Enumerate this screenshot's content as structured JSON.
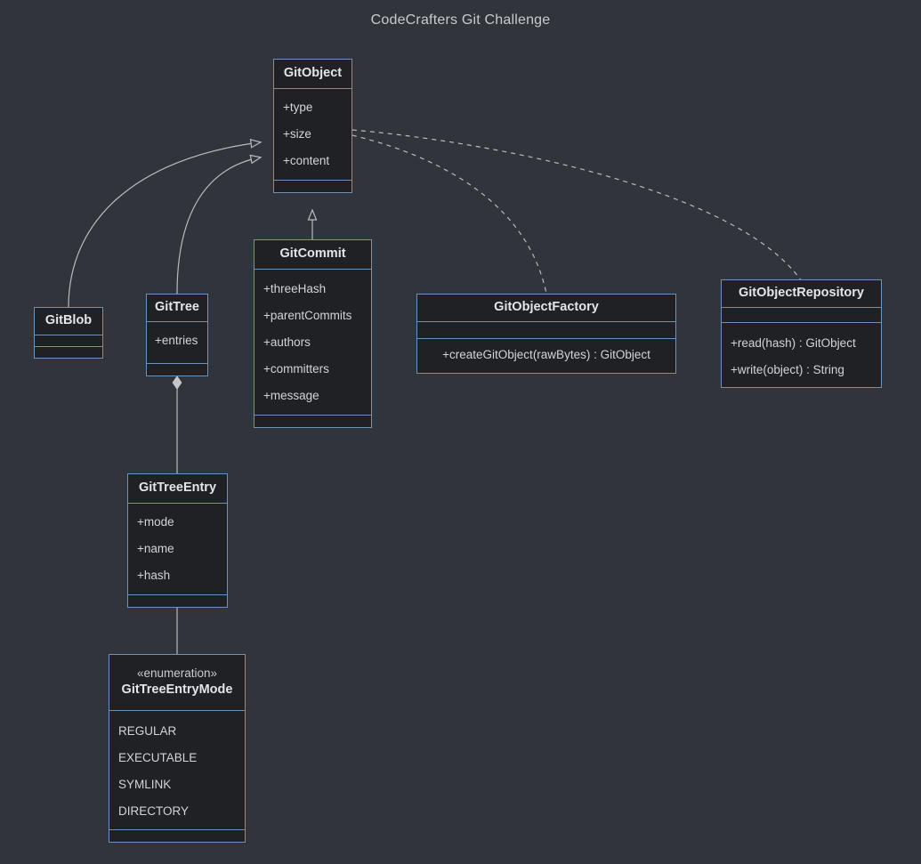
{
  "title": "CodeCrafters Git Challenge",
  "colors": {
    "background": "#31343b",
    "class_fill": "#1f2125",
    "class_border": "#6d93b8",
    "text": "#d5d7da",
    "edge": "#b9bbbe"
  },
  "classes": [
    {
      "id": "gitobject",
      "name": "GitObject",
      "stereotype": "",
      "attributes": [
        "+type",
        "+size",
        "+content"
      ],
      "methods": []
    },
    {
      "id": "gitblob",
      "name": "GitBlob",
      "stereotype": "",
      "attributes": [],
      "methods": []
    },
    {
      "id": "gittree",
      "name": "GitTree",
      "stereotype": "",
      "attributes": [
        "+entries"
      ],
      "methods": []
    },
    {
      "id": "gitcommit",
      "name": "GitCommit",
      "stereotype": "",
      "attributes": [
        "+threeHash",
        "+parentCommits",
        "+authors",
        "+committers",
        "+message"
      ],
      "methods": []
    },
    {
      "id": "gitobjectfactory",
      "name": "GitObjectFactory",
      "stereotype": "",
      "attributes": [],
      "methods": [
        "+createGitObject(rawBytes) : GitObject"
      ]
    },
    {
      "id": "gitobjectrepository",
      "name": "GitObjectRepository",
      "stereotype": "",
      "attributes": [],
      "methods": [
        "+read(hash) : GitObject",
        "+write(object) : String"
      ]
    },
    {
      "id": "gittreeentry",
      "name": "GitTreeEntry",
      "stereotype": "",
      "attributes": [
        "+mode",
        "+name",
        "+hash"
      ],
      "methods": []
    },
    {
      "id": "gittreeentrymode",
      "name": "GitTreeEntryMode",
      "stereotype": "«enumeration»",
      "attributes": [
        "REGULAR",
        "EXECUTABLE",
        "SYMLINK",
        "DIRECTORY"
      ],
      "methods": []
    }
  ],
  "relationships": [
    {
      "from": "GitBlob",
      "to": "GitObject",
      "type": "generalization",
      "style": "solid",
      "arrow": "hollow-triangle"
    },
    {
      "from": "GitTree",
      "to": "GitObject",
      "type": "generalization",
      "style": "solid",
      "arrow": "hollow-triangle"
    },
    {
      "from": "GitCommit",
      "to": "GitObject",
      "type": "generalization",
      "style": "solid",
      "arrow": "hollow-triangle"
    },
    {
      "from": "GitObjectFactory",
      "to": "GitObject",
      "type": "dependency",
      "style": "dashed",
      "arrow": "none"
    },
    {
      "from": "GitObjectRepository",
      "to": "GitObject",
      "type": "dependency",
      "style": "dashed",
      "arrow": "none"
    },
    {
      "from": "GitTree",
      "to": "GitTreeEntry",
      "type": "composition",
      "style": "solid",
      "arrow": "filled-diamond"
    },
    {
      "from": "GitTreeEntry",
      "to": "GitTreeEntryMode",
      "type": "association",
      "style": "solid",
      "arrow": "none"
    }
  ]
}
